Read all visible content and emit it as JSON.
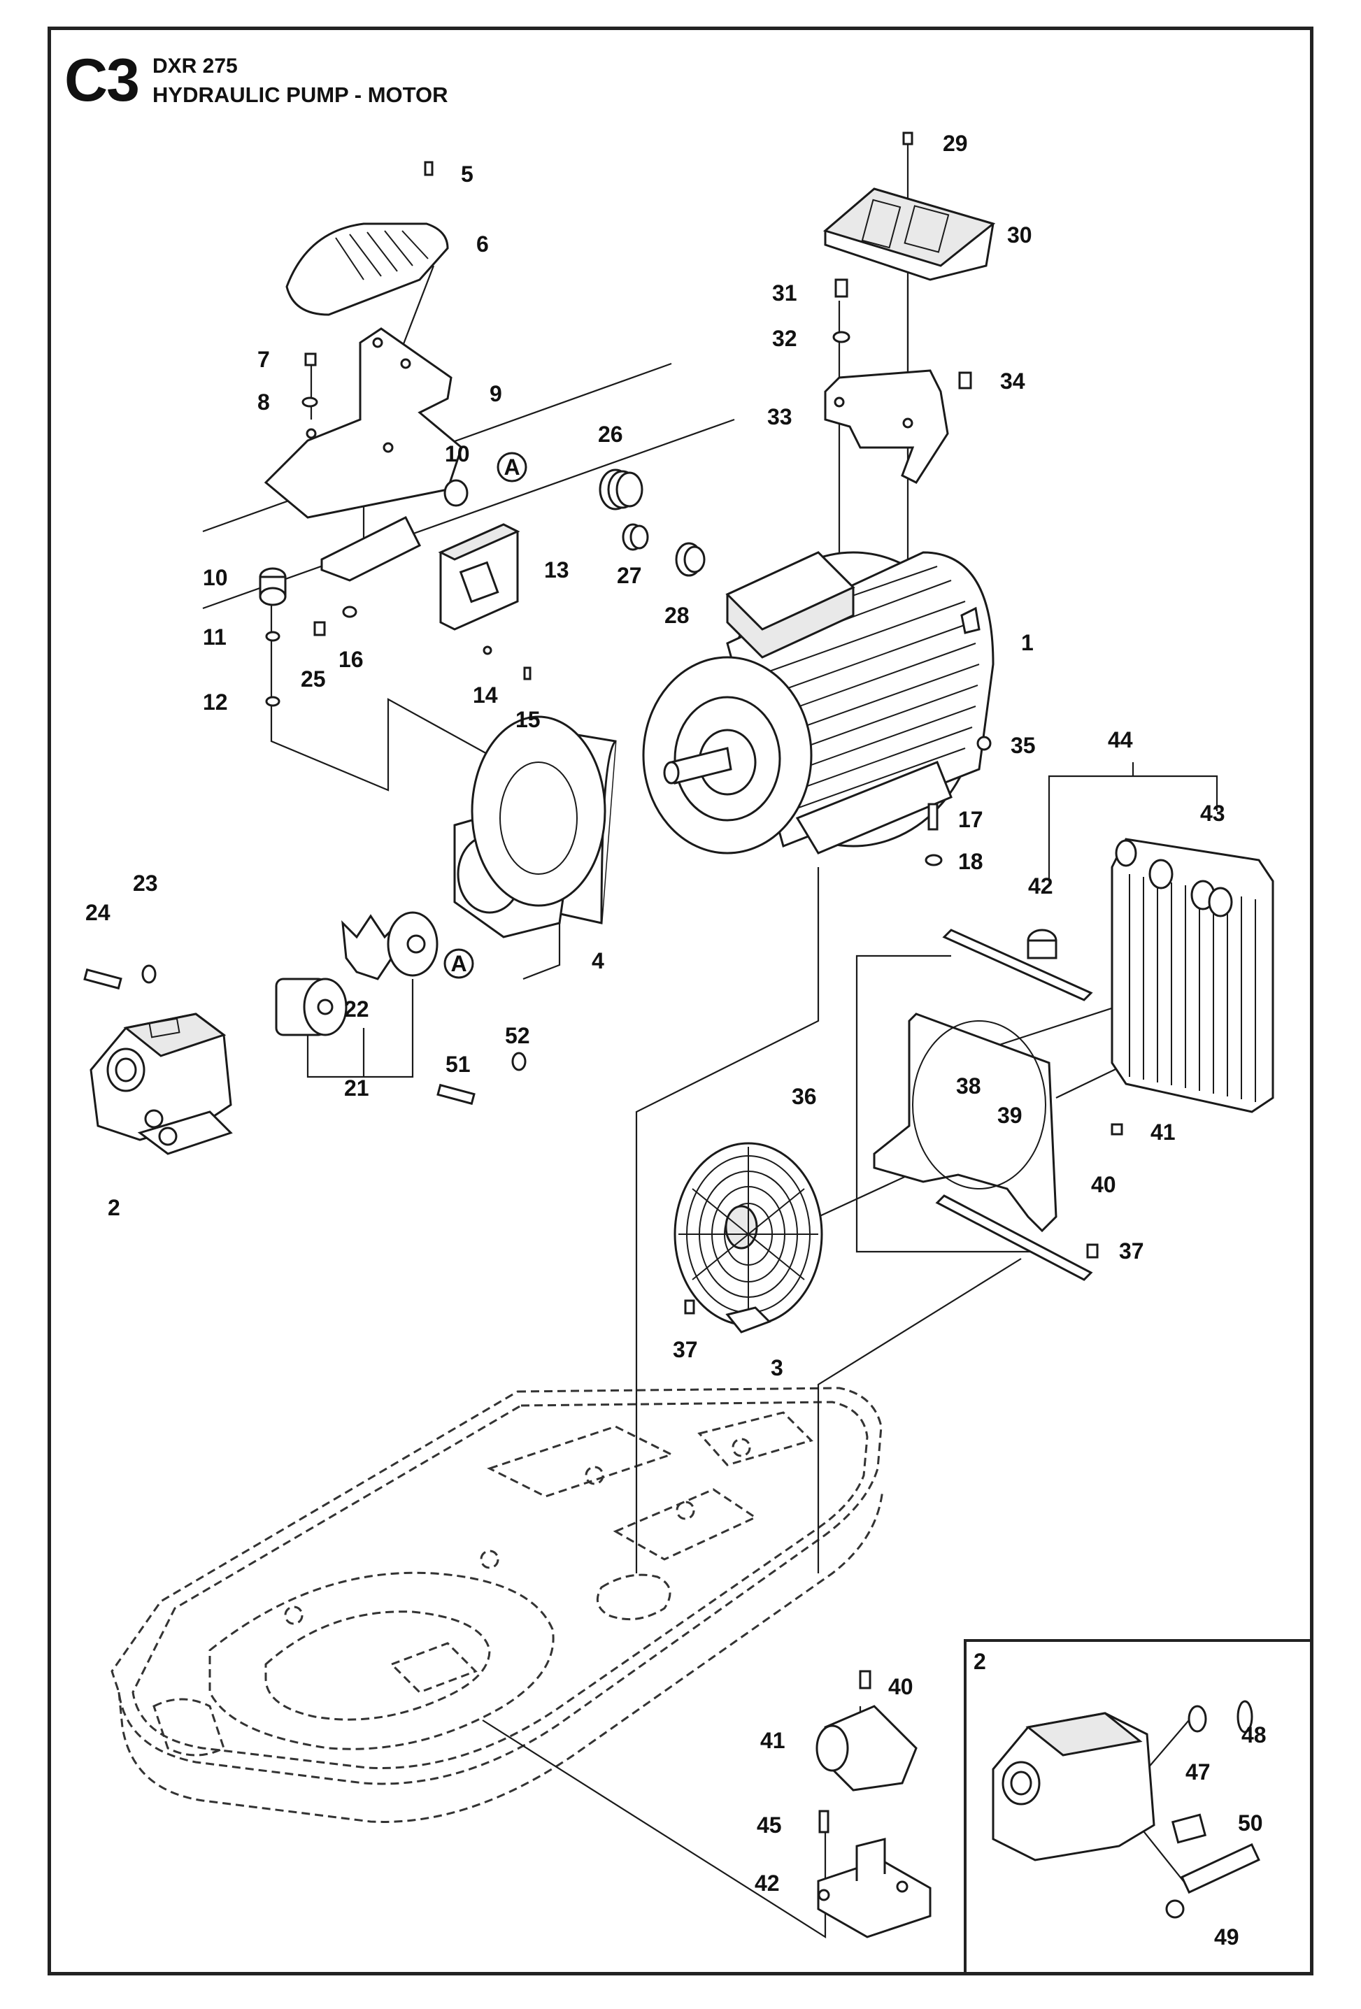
{
  "header": {
    "section_code": "C3",
    "model": "DXR 275",
    "title": "HYDRAULIC PUMP - MOTOR"
  },
  "callouts": {
    "p1": "1",
    "p2": "2",
    "p3": "3",
    "p4": "4",
    "p5": "5",
    "p6": "6",
    "p7": "7",
    "p8": "8",
    "p9": "9",
    "p10a": "10",
    "p10b": "10",
    "p11": "11",
    "p12": "12",
    "p13": "13",
    "p14": "14",
    "p15": "15",
    "p16": "16",
    "p17": "17",
    "p18": "18",
    "p21": "21",
    "p22": "22",
    "p23": "23",
    "p24": "24",
    "p25": "25",
    "p26": "26",
    "p27": "27",
    "p28": "28",
    "p29": "29",
    "p30": "30",
    "p31": "31",
    "p32": "32",
    "p33": "33",
    "p34": "34",
    "p35": "35",
    "p36": "36",
    "p37a": "37",
    "p37b": "37",
    "p38": "38",
    "p39": "39",
    "p40a": "40",
    "p40b": "40",
    "p41a": "41",
    "p41b": "41",
    "p42a": "42",
    "p42b": "42",
    "p43": "43",
    "p44": "44",
    "p45": "45",
    "p51": "51",
    "p52": "52"
  },
  "reference_markers": {
    "marker_a1": "A",
    "marker_a2": "A"
  },
  "inset": {
    "title": "2",
    "callouts": {
      "p47": "47",
      "p48": "48",
      "p49": "49",
      "p50": "50"
    }
  }
}
